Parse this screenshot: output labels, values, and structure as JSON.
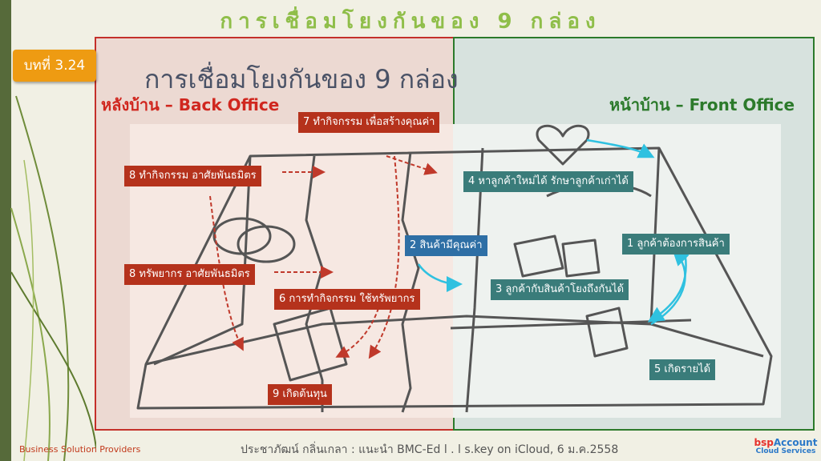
{
  "slide": {
    "top_title": "การเชื่อมโยงกันของ 9 กล่อง",
    "badge": "บทที่ 3.24",
    "sub_title": "การเชื่อมโยงกันของ 9 กล่อง",
    "back_label": "หลังบ้าน – Back Office",
    "front_label": "หน้าบ้าน – Front Office"
  },
  "tags": {
    "t1": "1 ลูกค้าต้องการสินค้า",
    "t2": "2 สินค้ามีคุณค่า",
    "t3": "3 ลูกค้ากับสินค้าโยงถึงกันได้",
    "t4": "4 หาลูกค้าใหม่ได้  รักษาลูกค้าเก่าได้",
    "t5": "5 เกิดรายได้",
    "t6": "6 การทำกิจกรรม  ใช้ทรัพยากร",
    "t7": "7 ทำกิจกรรม เพื่อสร้างคุณค่า",
    "t8a": "8 ทำกิจกรรม อาศัยพันธมิตร",
    "t8b": "8 ทรัพยากร อาศัยพันธมิตร",
    "t9": "9 เกิดต้นทุน"
  },
  "footer": {
    "left": "Business Solution Providers",
    "center": "ประชาภัฒน์ กลิ่นเกลา : แนะนำ BMC-Ed l . l s.key on iCloud, 6 ม.ค.2558",
    "logo_a": "bsp",
    "logo_b": "Account",
    "logo_sub": "Cloud Services"
  },
  "colors": {
    "accent_green": "#8fbe49",
    "badge_orange": "#ee9b12",
    "back_red": "#c4302a",
    "front_green": "#2c7a2b"
  }
}
